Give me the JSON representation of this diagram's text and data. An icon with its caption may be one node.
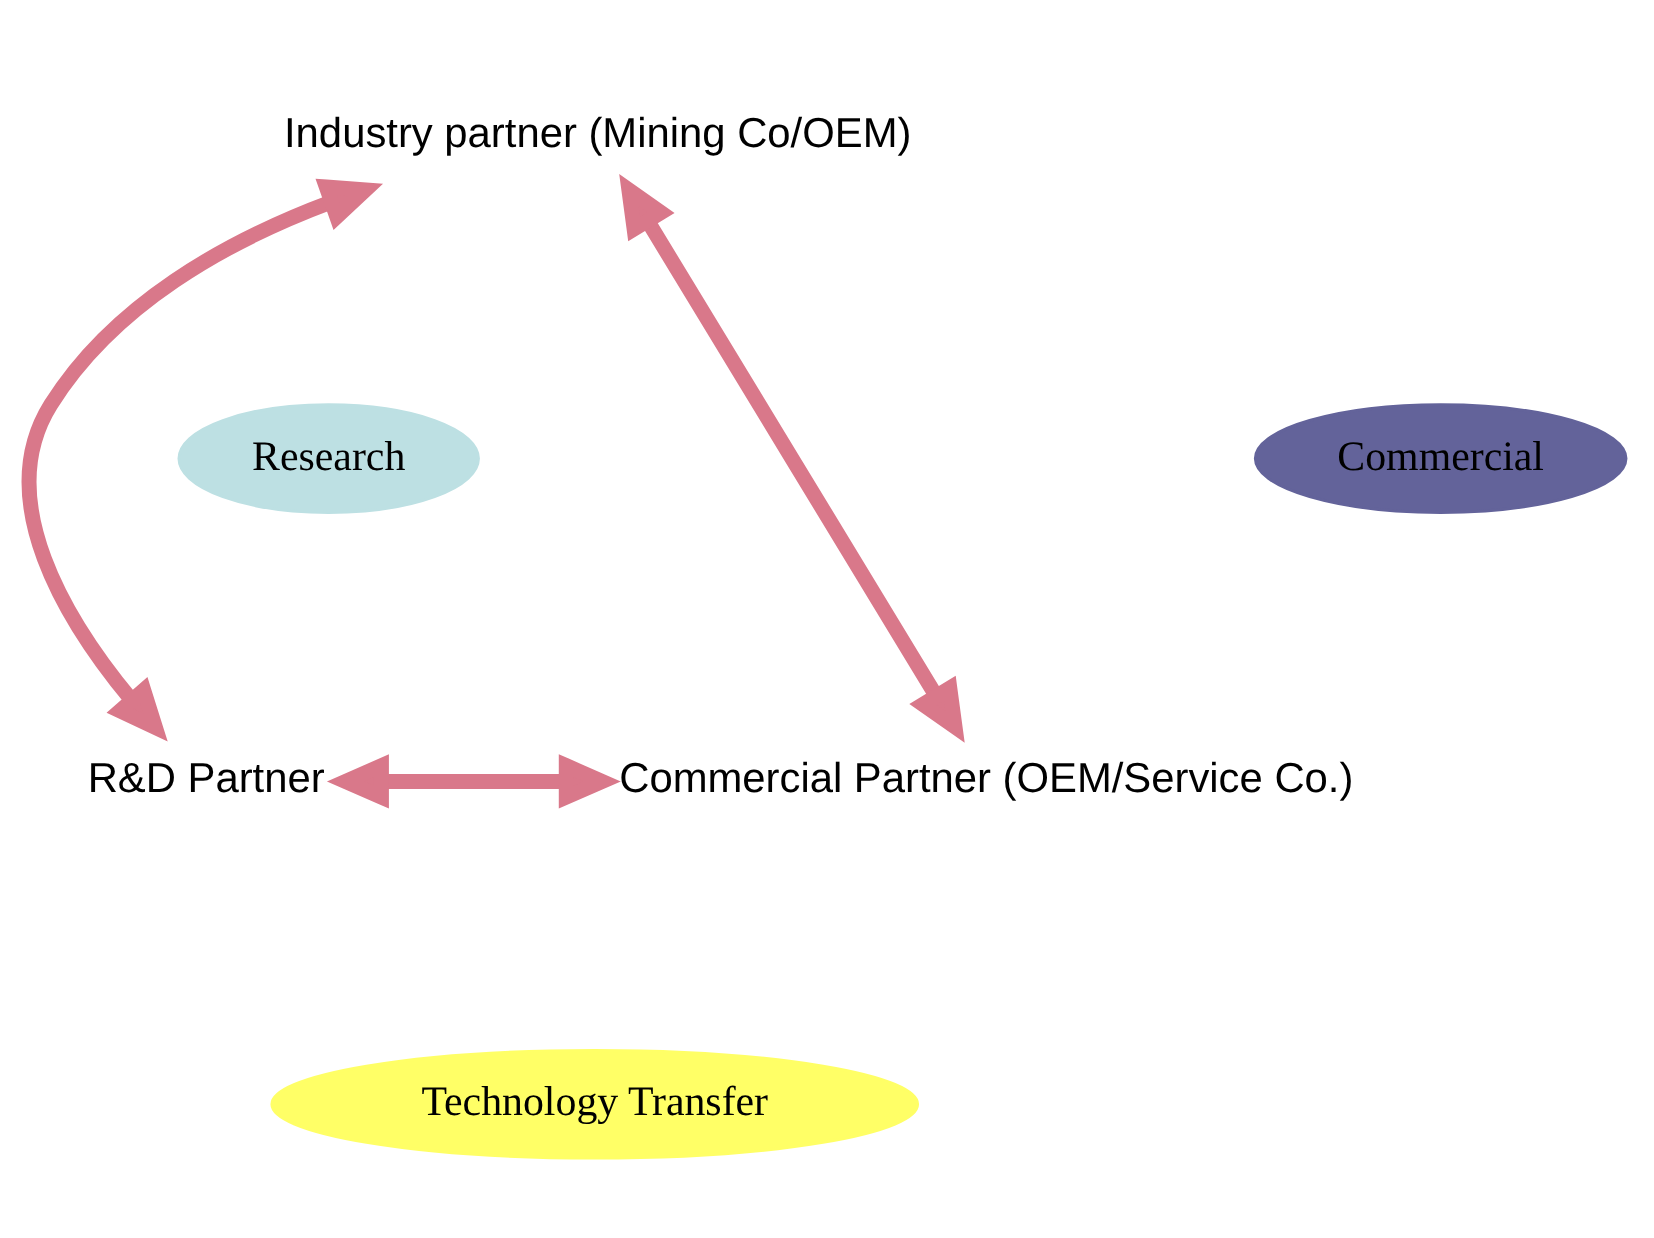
{
  "diagram": {
    "nodes": [
      {
        "text": [
          "Industry partner (Mining Co/OEM)"
        ]
      },
      {
        "text": [
          "R&D Partner"
        ]
      },
      {
        "text": [
          "Commercial Partner (OEM/Service Co.)"
        ]
      },
      {
        "text": [
          "Research"
        ]
      },
      {
        "text": [
          "Commercial"
        ]
      },
      {
        "text": [
          "Technology Transfer"
        ]
      }
    ],
    "edges": [
      {
        "from": 0,
        "to": 1,
        "arrow": "both"
      },
      {
        "from": 0,
        "to": 2,
        "arrow": "both"
      },
      {
        "from": 1,
        "to": 2,
        "arrow": "both"
      }
    ]
  }
}
